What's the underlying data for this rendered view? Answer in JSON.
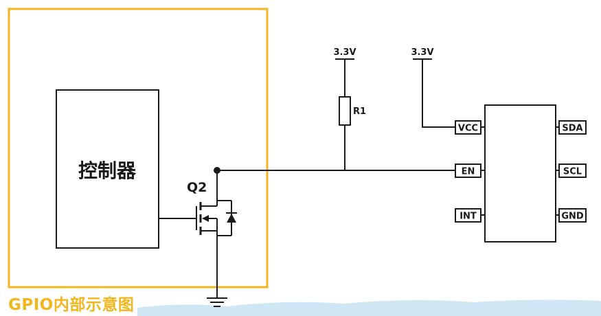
{
  "controller": {
    "label": "控制器"
  },
  "transistor": {
    "label": "Q2"
  },
  "resistor": {
    "label": "R1"
  },
  "supply": {
    "r1_label": "3.3V",
    "vcc_label": "3.3V"
  },
  "chip": {
    "left_pins": [
      "VCC",
      "EN",
      "INT"
    ],
    "right_pins": [
      "SDA",
      "SCL",
      "GND"
    ]
  },
  "caption": "GPIO内部示意图",
  "colors": {
    "gpio_box": "#f2b61c",
    "caption": "#f2b61c",
    "wire": "#1a1a1a",
    "wave": "#cfe7f5"
  }
}
